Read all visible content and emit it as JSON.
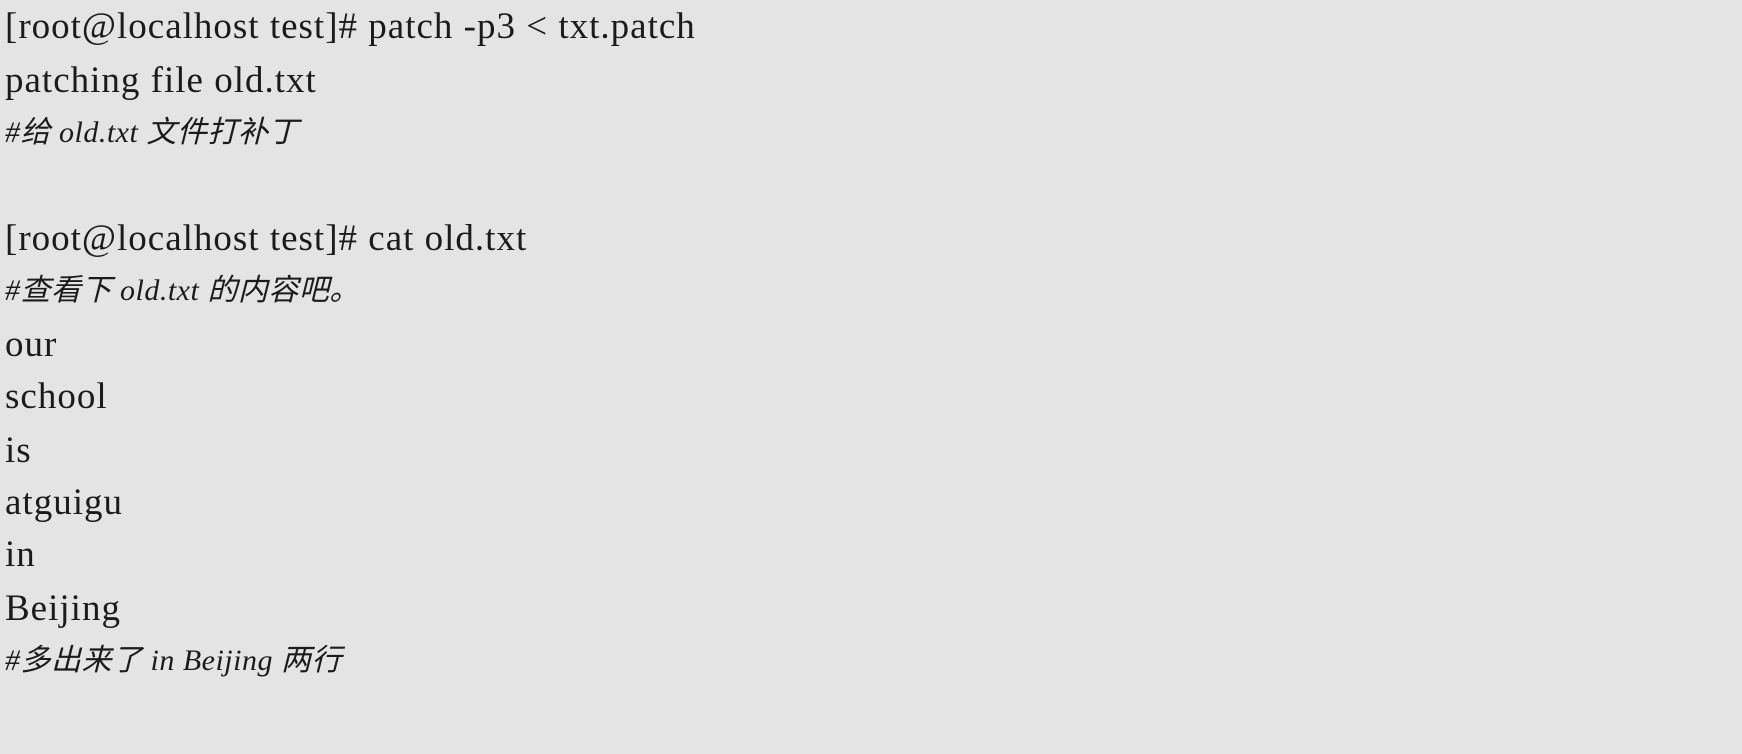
{
  "terminal": {
    "lines": [
      {
        "kind": "command",
        "text": "[root@localhost test]# patch -p3 < txt.patch"
      },
      {
        "kind": "output",
        "text": "patching file old.txt"
      },
      {
        "kind": "comment",
        "text": "#给 old.txt 文件打补丁"
      },
      {
        "kind": "blank",
        "text": ""
      },
      {
        "kind": "command",
        "text": "[root@localhost test]# cat old.txt"
      },
      {
        "kind": "comment",
        "text": "#查看下 old.txt 的内容吧。"
      },
      {
        "kind": "output",
        "text": "our"
      },
      {
        "kind": "output",
        "text": "school"
      },
      {
        "kind": "output",
        "text": "is"
      },
      {
        "kind": "output",
        "text": "atguigu"
      },
      {
        "kind": "output",
        "text": "in"
      },
      {
        "kind": "output",
        "text": "Beijing"
      },
      {
        "kind": "comment",
        "text": "#多出来了 in Beijing 两行"
      }
    ]
  },
  "colors": {
    "background": "#e4e4e4",
    "text": "#1b1b1b"
  }
}
